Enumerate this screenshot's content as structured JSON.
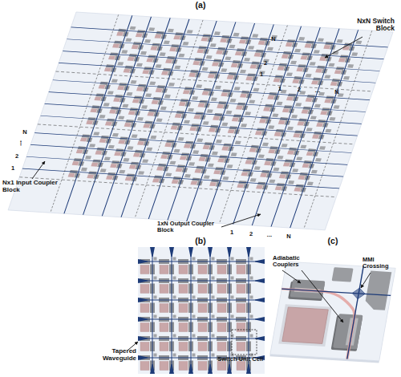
{
  "diagram": {
    "labels": [
      "(a)",
      "NxN Switch Block",
      "N",
      "2",
      "1",
      "1",
      "2",
      "...",
      "N",
      "N",
      "⋮",
      "2",
      "1",
      "Nx1 Input Coupler Block",
      "1xN Output Coupler Block",
      "1",
      "2",
      "...",
      "N",
      "(b)",
      "Tapered Waveguide",
      "Switch Unit Cell",
      "(c)",
      "MMI Crossing",
      "Adiabatic Couplers"
    ]
  }
}
